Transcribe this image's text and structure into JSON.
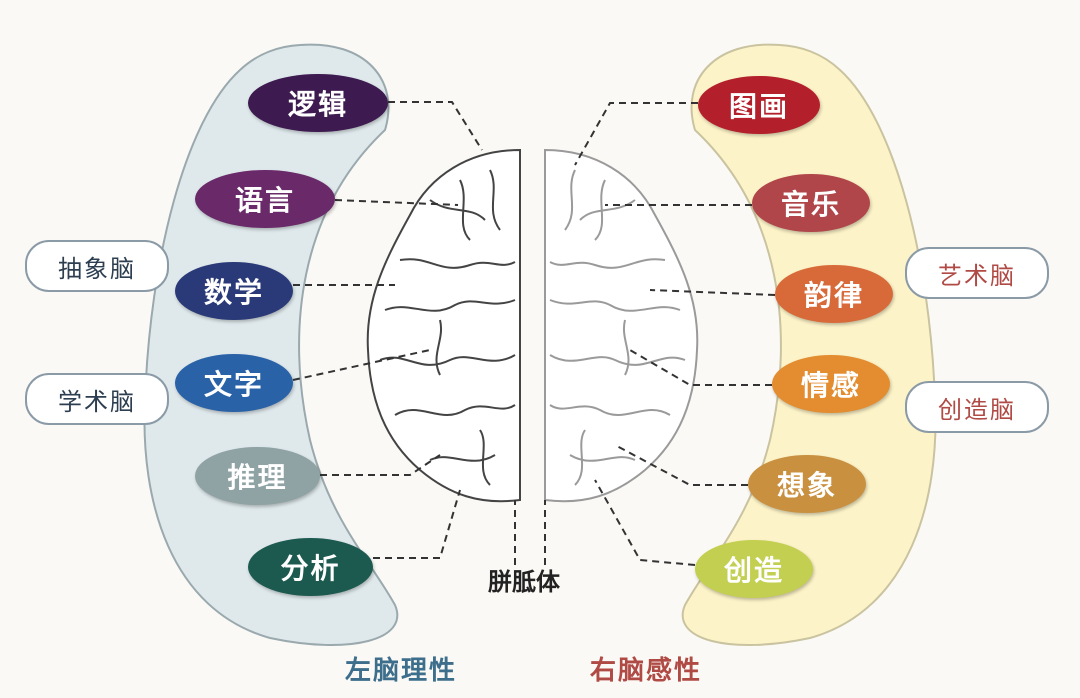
{
  "left_items": [
    "逻辑",
    "语言",
    "数学",
    "文字",
    "推理",
    "分析"
  ],
  "right_items": [
    "图画",
    "音乐",
    "韵律",
    "情感",
    "想象",
    "创造"
  ],
  "left_tags": [
    "抽象脑",
    "学术脑"
  ],
  "right_tags": [
    "艺术脑",
    "创造脑"
  ],
  "center_label": "胼胝体",
  "left_caption": "左脑理性",
  "right_caption": "右脑感性",
  "colors": {
    "left": [
      "#3d1a4f",
      "#6a2a6a",
      "#2a3a78",
      "#2a62a8",
      "#8fa2a4",
      "#1c5a50"
    ],
    "right": [
      "#b3202c",
      "#b0464a",
      "#d86a3a",
      "#e38c30",
      "#c9903f",
      "#c2cf50"
    ],
    "left_panel": "#dfe9ec",
    "right_panel": "#fdf3c8",
    "left_caption": "#3d6f8c",
    "right_caption": "#b04a45"
  }
}
